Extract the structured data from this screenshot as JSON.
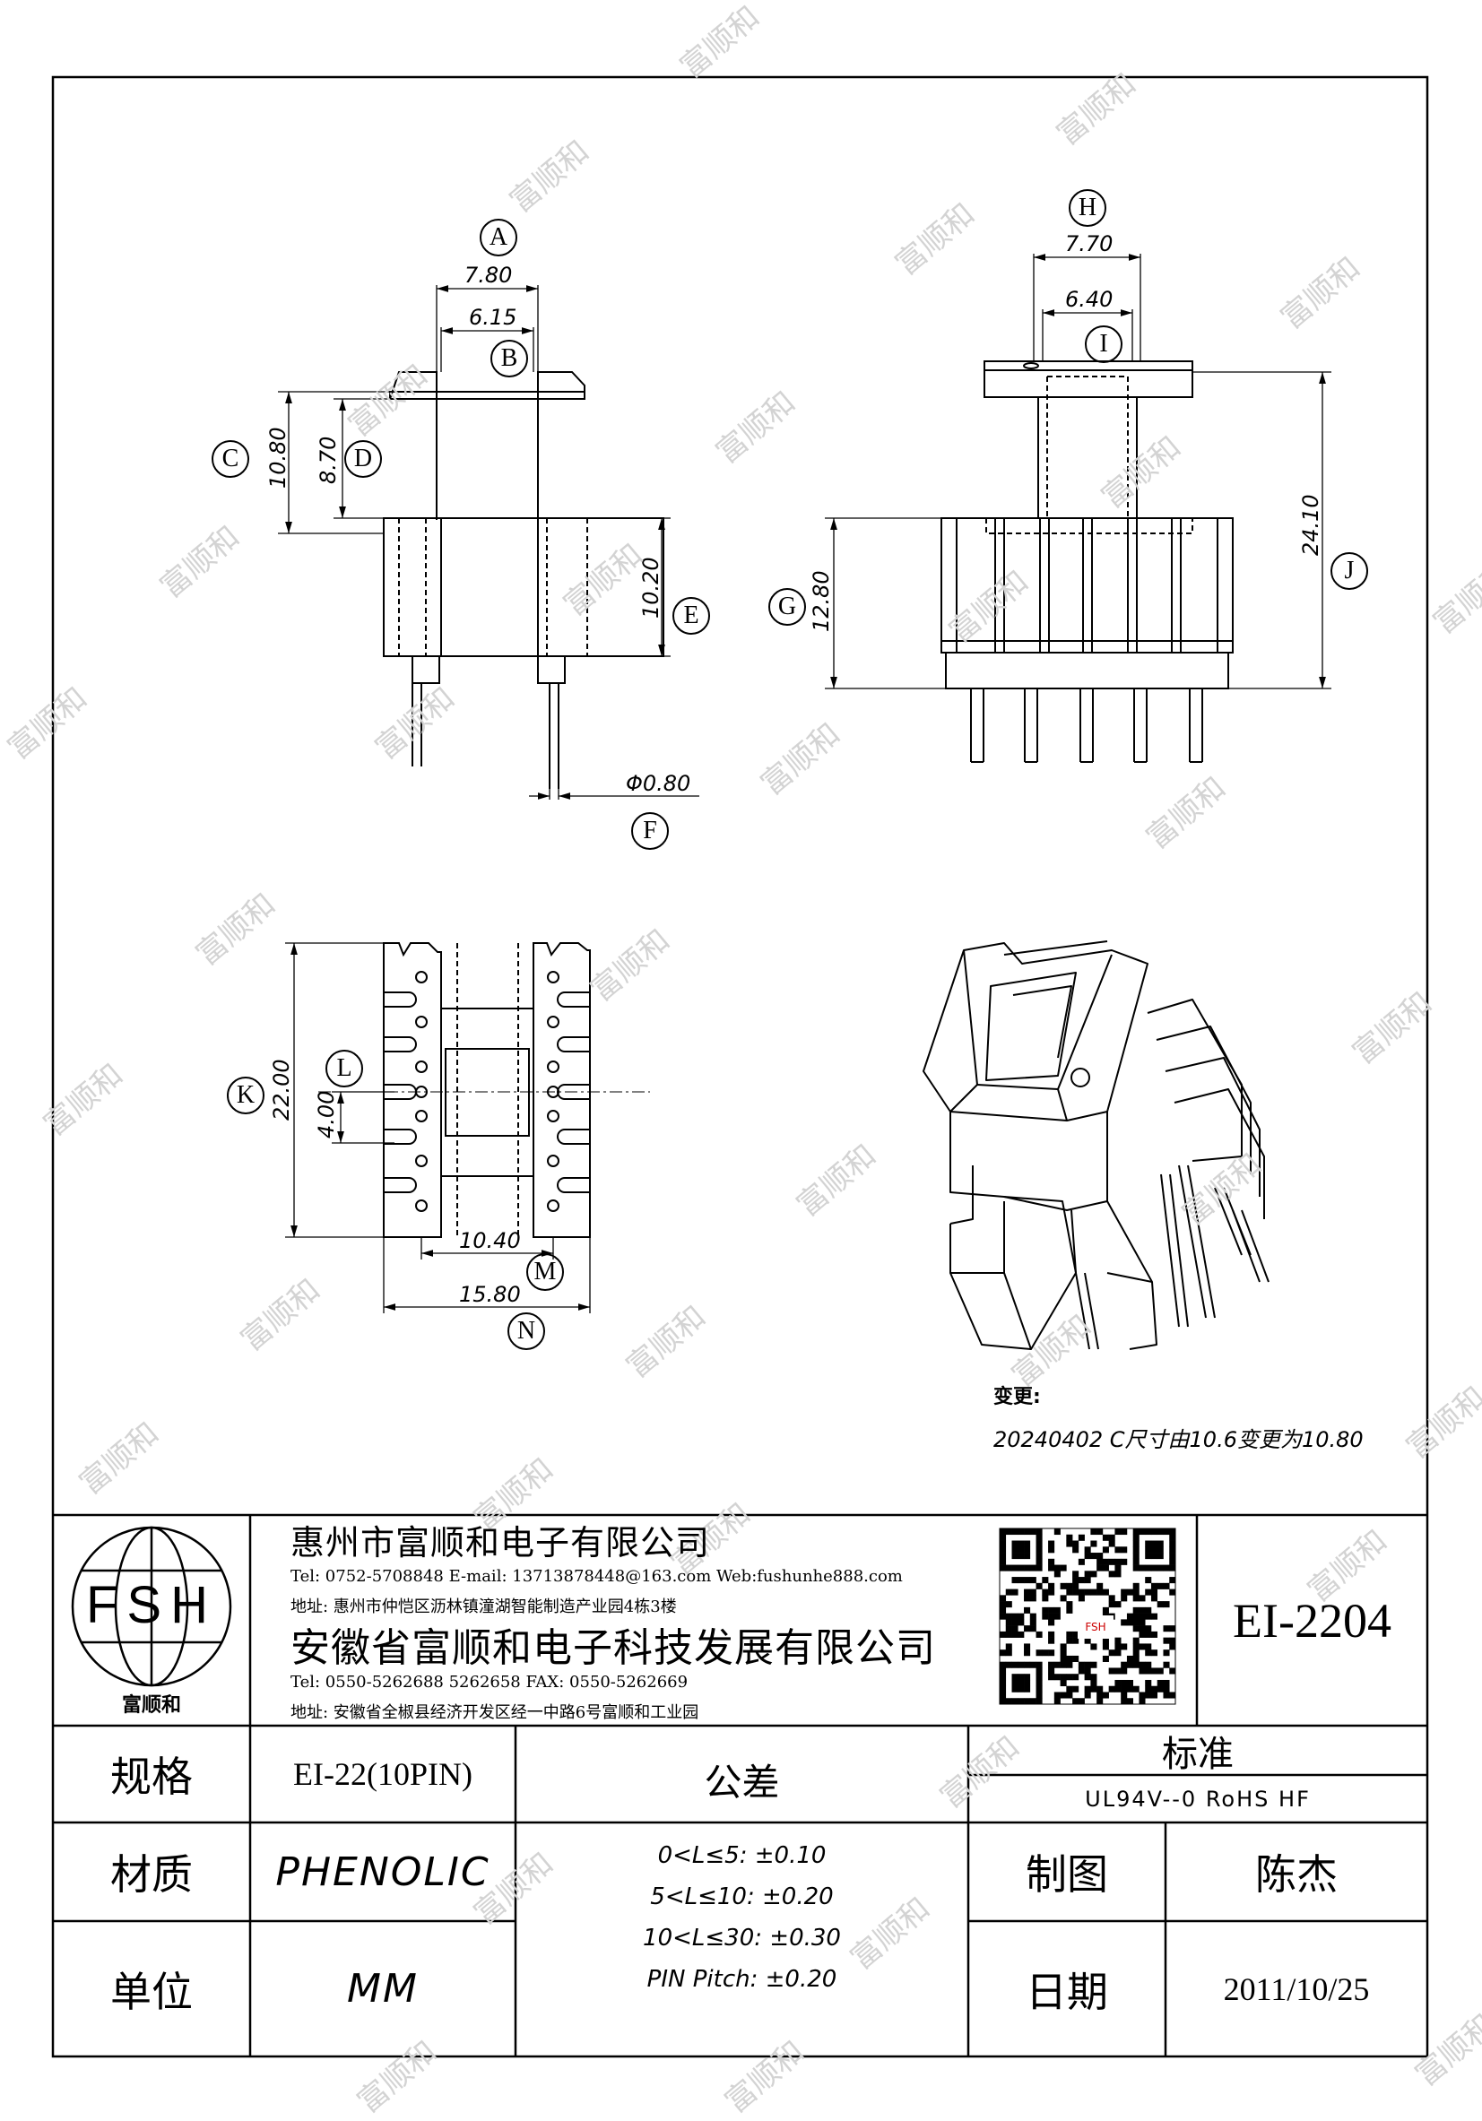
{
  "drawing": {
    "labels": {
      "A": "A",
      "B": "B",
      "C": "C",
      "D": "D",
      "E": "E",
      "F": "F",
      "G": "G",
      "H": "H",
      "I": "I",
      "J": "J",
      "K": "K",
      "L": "L",
      "M": "M",
      "N": "N"
    },
    "dims": {
      "A": "7.80",
      "B": "6.15",
      "C": "10.80",
      "D": "8.70",
      "E": "10.20",
      "F": "Φ0.80",
      "G": "12.80",
      "H": "7.70",
      "I": "6.40",
      "J": "24.10",
      "K": "22.00",
      "L": "4.00",
      "M": "10.40",
      "N": "15.80"
    }
  },
  "changes": {
    "title": "变更:",
    "entry": "20240402 C尺寸由10.6变更为10.80"
  },
  "watermark": "富顺和",
  "titleblock": {
    "logo_text": "FSH",
    "logo_caption": "富顺和",
    "qr_caption": "FSH",
    "company1": "惠州市富顺和电子有限公司",
    "contact1": "Tel: 0752-5708848  E-mail: 13713878448@163.com  Web:fushunhe888.com",
    "address1": "地址: 惠州市仲恺区沥林镇潼湖智能制造产业园4栋3楼",
    "company2": "安徽省富顺和电子科技发展有限公司",
    "contact2": "Tel:  0550-5262688  5262658      FAX:  0550-5262669",
    "address2": "地址: 安徽省全椒县经济开发区经一中路6号富顺和工业园",
    "part_number": "EI-2204",
    "spec_label": "规格",
    "spec_value": "EI-22(10PIN)",
    "material_label": "材质",
    "material_value": "PHENOLIC",
    "unit_label": "单位",
    "unit_value": "MM",
    "tolerance_label": "公差",
    "tolerances": [
      "0<L≤5: ±0.10",
      "5<L≤10: ±0.20",
      "10<L≤30: ±0.30",
      "PIN Pitch: ±0.20"
    ],
    "standard_label": "标准",
    "standard_value": "UL94V--0  RoHS HF",
    "drawn_label": "制图",
    "drawn_value": "陈杰",
    "date_label": "日期",
    "date_value": "2011/10/25"
  },
  "colors": {
    "line": "#000000",
    "watermark": "#d3d3d3"
  }
}
